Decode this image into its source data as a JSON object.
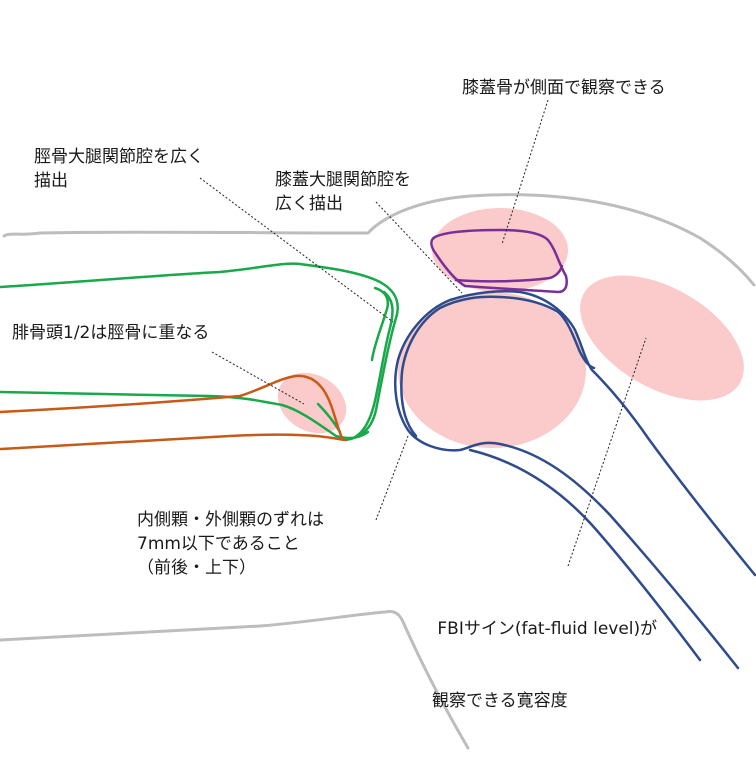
{
  "labels": {
    "patella": {
      "lines": [
        "膝蓋骨が側面で観察できる"
      ]
    },
    "tibiofemoral": {
      "lines": [
        "脛骨大腿関節腔を広く",
        "描出"
      ]
    },
    "patellofemoral": {
      "lines": [
        "膝蓋大腿関節腔を",
        "広く描出"
      ]
    },
    "fibula": {
      "lines": [
        "腓骨頭1/2は脛骨に重なる"
      ]
    },
    "condyles": {
      "lines": [
        "内側顆・外側顆のずれは",
        "7mm以下であること",
        "（前後・上下）"
      ]
    },
    "fbi": {
      "lines": [
        " FBIサイン(fat-fluid level)が",
        "観察できる寛容度"
      ]
    }
  },
  "colors": {
    "outline": "#bdbdbd",
    "femur": "#2e4b8c",
    "tibia": "#19a84a",
    "fibula": "#c75a18",
    "patella": "#7a2f98",
    "highlight": "#f9b8b8",
    "leader": "#222222"
  }
}
